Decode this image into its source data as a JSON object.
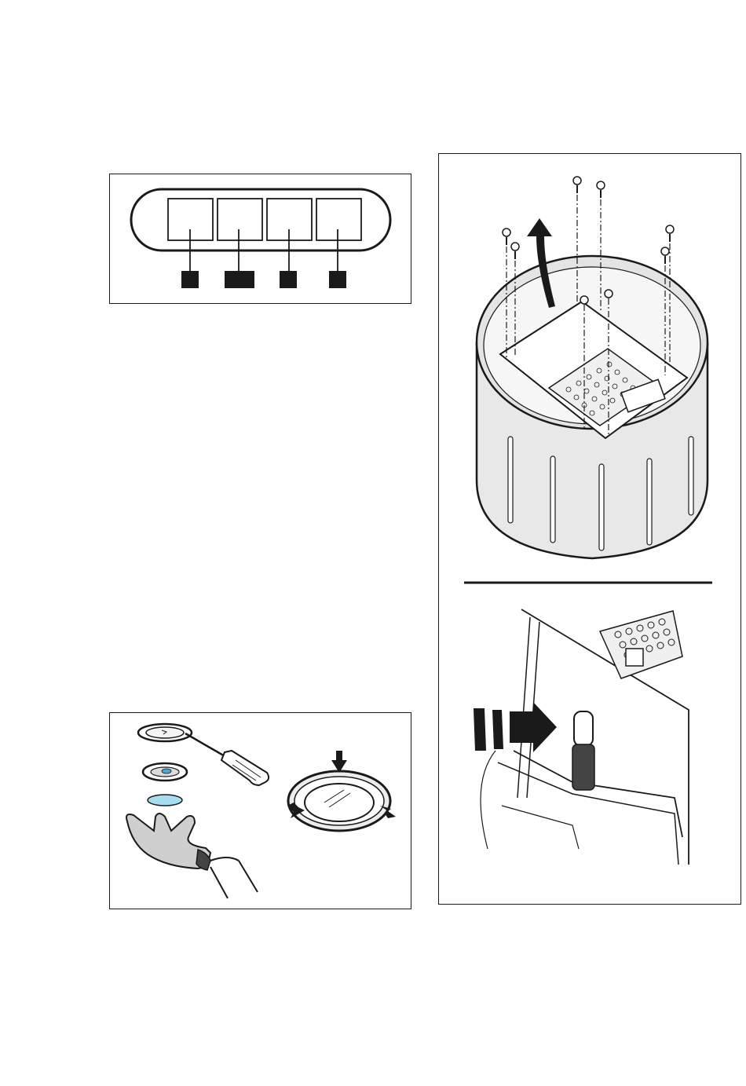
{
  "figures": [
    {
      "id": "control-panel",
      "callouts": 4,
      "buttons": 4
    },
    {
      "id": "lamp-replacement",
      "icons": [
        "screwdriver-icon",
        "glove-icon",
        "lamp-icon"
      ]
    },
    {
      "id": "hood-disassembly",
      "sections": 2,
      "screws": 8
    }
  ],
  "colors": {
    "line": "#1a1a1a",
    "lamp_lens": "#a8dcf0",
    "hood_fill": "#e8e8e8",
    "glove": "#cfcfcf"
  }
}
